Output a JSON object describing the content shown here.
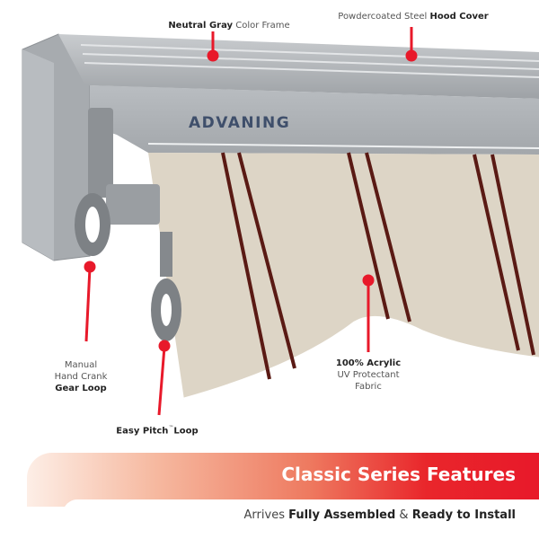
{
  "brand_logo": "ADVANING",
  "callouts": {
    "frame": {
      "bold": "Neutral Gray",
      "rest": " Color Frame"
    },
    "hood": {
      "rest": "Powdercoated Steel ",
      "bold": "Hood Cover"
    },
    "crank": {
      "line1": "Manual",
      "line2": "Hand Crank",
      "bold": "Gear Loop"
    },
    "pitch": {
      "bold": "Easy Pitch",
      "tm": "™",
      "bold2": "Loop"
    },
    "fabric": {
      "bold": "100% Acrylic",
      "line2": "UV Protectant",
      "line3": "Fabric"
    }
  },
  "banner": {
    "title": "Classic Series Features",
    "sub_1": "Arrives ",
    "sub_2": "Fully Assembled",
    "sub_3": " & ",
    "sub_4": "Ready to Install"
  },
  "colors": {
    "accent": "#e8192a",
    "fabric": "#ddd5c6",
    "stripe": "#5a1a14",
    "frame": "#a9adb1"
  }
}
